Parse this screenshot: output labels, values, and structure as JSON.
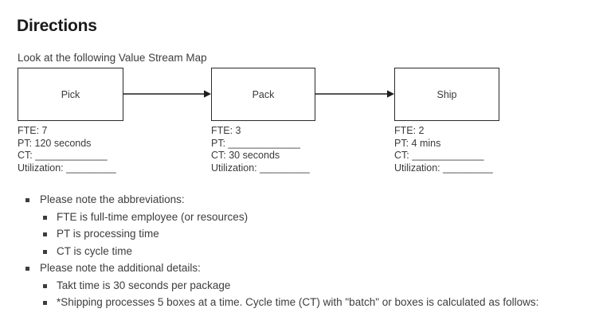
{
  "page": {
    "title": "Directions",
    "intro": "Look at the following Value Stream Map"
  },
  "value_stream_map": {
    "processes": [
      {
        "name": "Pick",
        "metrics": {
          "fte": "FTE: 7",
          "pt": "PT: 120 seconds",
          "ct": "CT: _____________",
          "utilization": "Utilization: _________"
        }
      },
      {
        "name": "Pack",
        "metrics": {
          "fte": "FTE: 3",
          "pt": "PT: _____________",
          "ct": "CT: 30 seconds",
          "utilization": "Utilization: _________"
        }
      },
      {
        "name": "Ship",
        "metrics": {
          "fte": "FTE: 2",
          "pt": "PT: 4 mins",
          "ct": "CT: _____________",
          "utilization": "Utilization: _________"
        }
      }
    ],
    "arrows": [
      {
        "from": "Pick",
        "to": "Pack"
      },
      {
        "from": "Pack",
        "to": "Ship"
      }
    ],
    "colors": {
      "box_border": "#2a2a2a",
      "arrow": "#1f1f1f",
      "text": "#3a3a3a"
    }
  },
  "notes": {
    "abbreviations": {
      "heading": "Please note the abbreviations:",
      "items": [
        "FTE is full-time employee (or resources)",
        "PT is processing time",
        "CT is cycle time"
      ]
    },
    "additional": {
      "heading": "Please note the additional details:",
      "items": [
        "Takt time is 30 seconds per package",
        "*Shipping processes 5 boxes at a time.  Cycle time (CT) with \"batch\" or boxes is calculated as follows:"
      ]
    }
  }
}
